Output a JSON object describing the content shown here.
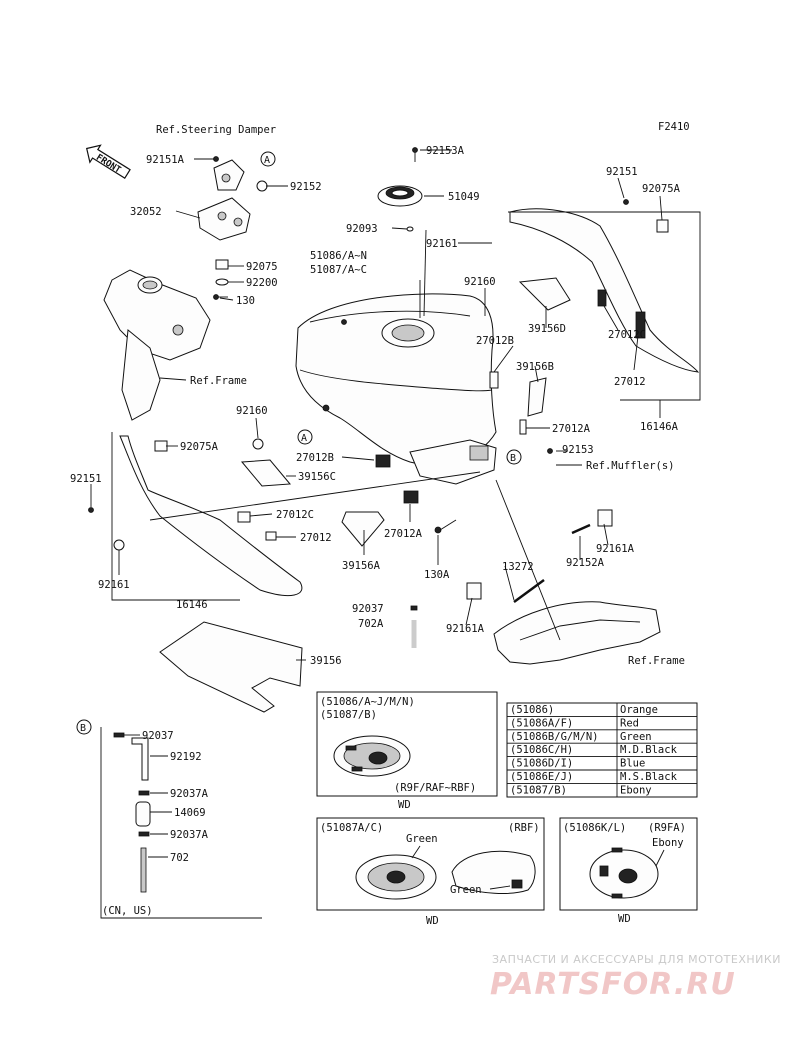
{
  "figure_code": "F2410",
  "callouts": {
    "ref_steering_damper": "Ref.Steering Damper",
    "p92151A_top": "92151A",
    "p92152": "92152",
    "p32052": "32052",
    "p92075": "92075",
    "p92200": "92200",
    "p130": "130",
    "ref_frame_left": "Ref.Frame",
    "p92160_left": "92160",
    "p92075A_left": "92075A",
    "p92151_left": "92151",
    "p39156C": "39156C",
    "p27012B_mid": "27012B",
    "p27012C_left": "27012C",
    "p27012_left": "27012",
    "p92161_left": "92161",
    "p16146": "16146",
    "p39156": "39156",
    "p92153A": "92153A",
    "p51049": "51049",
    "p92093": "92093",
    "p92161_top": "92161",
    "p51086": "51086/A~N",
    "p51087": "51087/A~C",
    "p92160_mid": "92160",
    "p27012B_right": "27012B",
    "p39156D": "39156D",
    "p39156B": "39156B",
    "p27012A_right": "27012A",
    "p92153": "92153",
    "ref_muffler": "Ref.Muffler(s)",
    "p27012A_mid": "27012A",
    "p39156A": "39156A",
    "p130A": "130A",
    "p13272": "13272",
    "p92037_mid": "92037",
    "p702A": "702A",
    "p92161A_mid": "92161A",
    "ref_frame_right": "Ref.Frame",
    "p92161A_right": "92161A",
    "p92152A": "92152A",
    "p92151_right": "92151",
    "p92075A_right": "92075A",
    "p27012C_right": "27012C",
    "p27012_right": "27012",
    "p16146A": "16146A",
    "circle_a": "A",
    "circle_b": "B",
    "front_arrow": "FRONT"
  },
  "hose_kit": {
    "marker": "B",
    "p92037": "92037",
    "p92192": "92192",
    "p92037A_1": "92037A",
    "p14069": "14069",
    "p92037A_2": "92037A",
    "p702": "702",
    "market": "(CN, US)"
  },
  "inset_1": {
    "codes_line1": "(51086/A~J/M/N)",
    "codes_line2": "(51087/B)",
    "variants": "(R9F/RAF~RBF)",
    "footer": "WD"
  },
  "inset_2": {
    "codes": "(51087A/C)",
    "label_green_1": "Green",
    "variant": "(RBF)",
    "label_green_2": "Green",
    "footer": "WD"
  },
  "inset_3": {
    "codes": "(51086K/L)",
    "variant": "(R9FA)",
    "label_ebony": "Ebony",
    "footer": "WD"
  },
  "color_table": [
    {
      "code": "(51086)",
      "color": "Orange"
    },
    {
      "code": "(51086A/F)",
      "color": "Red"
    },
    {
      "code": "(51086B/G/M/N)",
      "color": "Green"
    },
    {
      "code": "(51086C/H)",
      "color": "M.D.Black"
    },
    {
      "code": "(51086D/I)",
      "color": "Blue"
    },
    {
      "code": "(51086E/J)",
      "color": "M.S.Black"
    },
    {
      "code": "(51087/B)",
      "color": "Ebony"
    }
  ],
  "watermark": {
    "line1": "ЗАПЧАСТИ И АКСЕССУАРЫ ДЛЯ МОТОТЕХНИКИ",
    "line2": "PARTSFOR.RU"
  }
}
